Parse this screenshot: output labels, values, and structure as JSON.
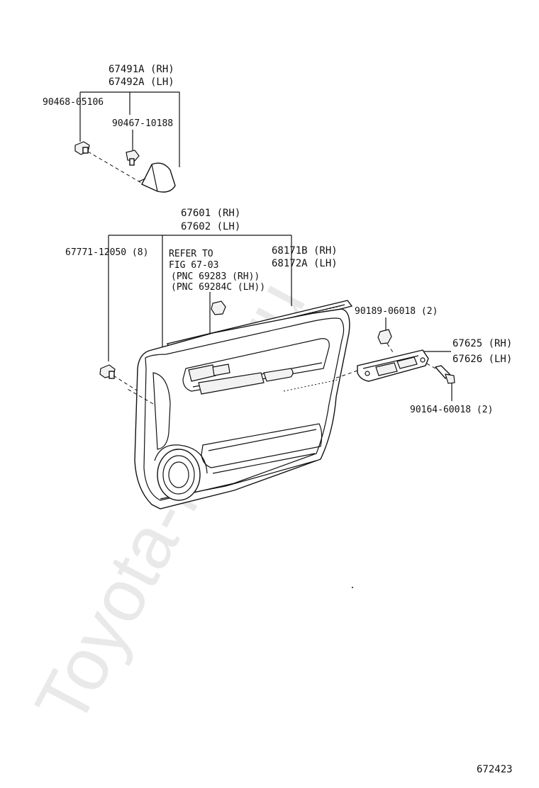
{
  "watermark": "Toyota-Mine.ru",
  "labels": {
    "p67491a": "67491A (RH)",
    "p67492a": "67492A (LH)",
    "p90468": "90468-05106",
    "p90467": "90467-10188",
    "p67601": "67601 (RH)",
    "p67602": "67602 (LH)",
    "p67771": "67771-12050 (8)",
    "refer1": "REFER TO",
    "refer2": "FIG 67-03",
    "refer3": "(PNC 69283  (RH))",
    "refer4": "(PNC 69284C (LH))",
    "p68171b": "68171B (RH)",
    "p68172a": "68172A (LH)",
    "p90189": "90189-06018 (2)",
    "p67625": "67625 (RH)",
    "p67626": "67626 (LH)",
    "p90164": "90164-60018 (2)"
  },
  "figure_number": "672423"
}
